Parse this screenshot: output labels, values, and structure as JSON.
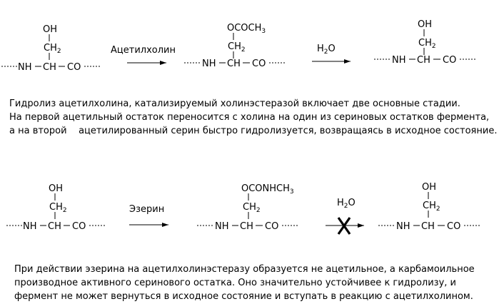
{
  "top": {
    "left": {
      "sub_oh": "OH",
      "ch2": "CH",
      "ch2_sub": "2",
      "nh": "NH",
      "ch": "CH",
      "co": "CO"
    },
    "arrow1_label": "Ацетилхолин",
    "mid": {
      "sub": "OCOCH",
      "sub_sub": "3",
      "ch2": "CH",
      "ch2_sub": "2",
      "nh": "NH",
      "ch": "CH",
      "co": "CO"
    },
    "arrow2_label": "H",
    "arrow2_label_sub": "2",
    "arrow2_label_end": "O",
    "right": {
      "sub_oh": "OH",
      "ch2": "CH",
      "ch2_sub": "2",
      "nh": "NH",
      "ch": "CH",
      "co": "CO"
    }
  },
  "paragraph1": [
    "Гидролиз ацетилхолина, катализируемый холинэстеразой включает две основные стадии.",
    "На первой ацетильный остаток переносится с холина на один из сериновых остатков фермента,",
    "а на второй    ацетилированный серин быстро гидролизуется, возвращаясь в исходное состояние."
  ],
  "bottom": {
    "left": {
      "sub_oh": "OH",
      "ch2": "CH",
      "ch2_sub": "2",
      "nh": "NH",
      "ch": "CH",
      "co": "CO"
    },
    "arrow1_label": "Эзерин",
    "mid": {
      "sub": "OCONHCH",
      "sub_sub": "3",
      "ch2": "CH",
      "ch2_sub": "2",
      "nh": "NH",
      "ch": "CH",
      "co": "CO"
    },
    "arrow2_label": "H",
    "arrow2_label_sub": "2",
    "arrow2_label_end": "O",
    "right": {
      "sub_oh": "OH",
      "ch2": "CH",
      "ch2_sub": "2",
      "nh": "NH",
      "ch": "CH",
      "co": "CO"
    }
  },
  "paragraph2": [
    "При действии эзерина на ацетилхолинэстеразу образуется не ацетильное, а карбамоильное",
    "производное активного серинового остатка. Оно значительно устойчивее к гидролизу, и",
    "фермент не может вернуться в исходное состояние и вступать в реакцию с ацетилхолином."
  ]
}
